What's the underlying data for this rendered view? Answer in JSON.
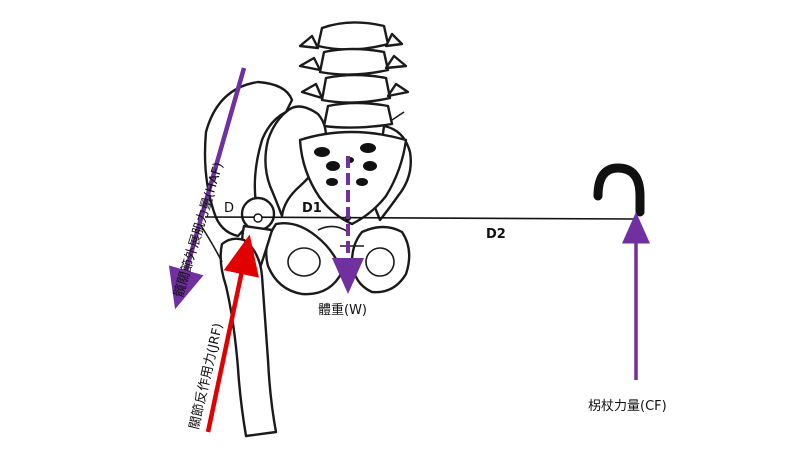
{
  "labels": {
    "haf": "髖關節外展肌力量(HAF)",
    "jrf": "關節反作用力(JRF)",
    "w": "體重(W)",
    "cf": "柺杖力量(CF)",
    "d": "D",
    "d1": "D1",
    "d2": "D2"
  },
  "colors": {
    "purple": "#7030a0",
    "red": "#e00000",
    "line": "#111111"
  },
  "icons": {
    "cane": "cane-icon"
  }
}
